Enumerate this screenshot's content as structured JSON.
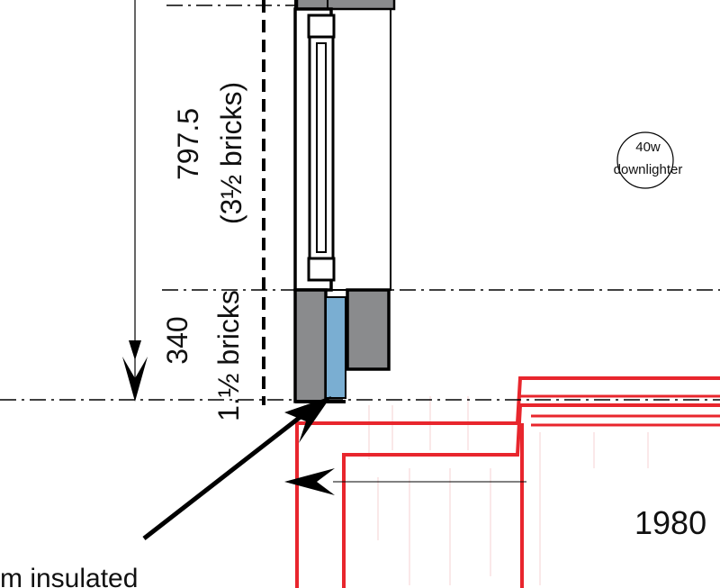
{
  "drawing": {
    "dim_upper_value": "797.5",
    "dim_upper_bricks": "(3½ bricks)",
    "dim_lower_value": "340",
    "dim_lower_bricks": "1.½ bricks",
    "fixture_watt": "40w",
    "fixture_name": "downlighter",
    "dim_right": "1980",
    "note_fragment": "m insulated"
  },
  "colors": {
    "line": "#000000",
    "wall_fill": "#8a8b8d",
    "insulation": "#7aaed2",
    "existing_plan": "#e8262d"
  }
}
